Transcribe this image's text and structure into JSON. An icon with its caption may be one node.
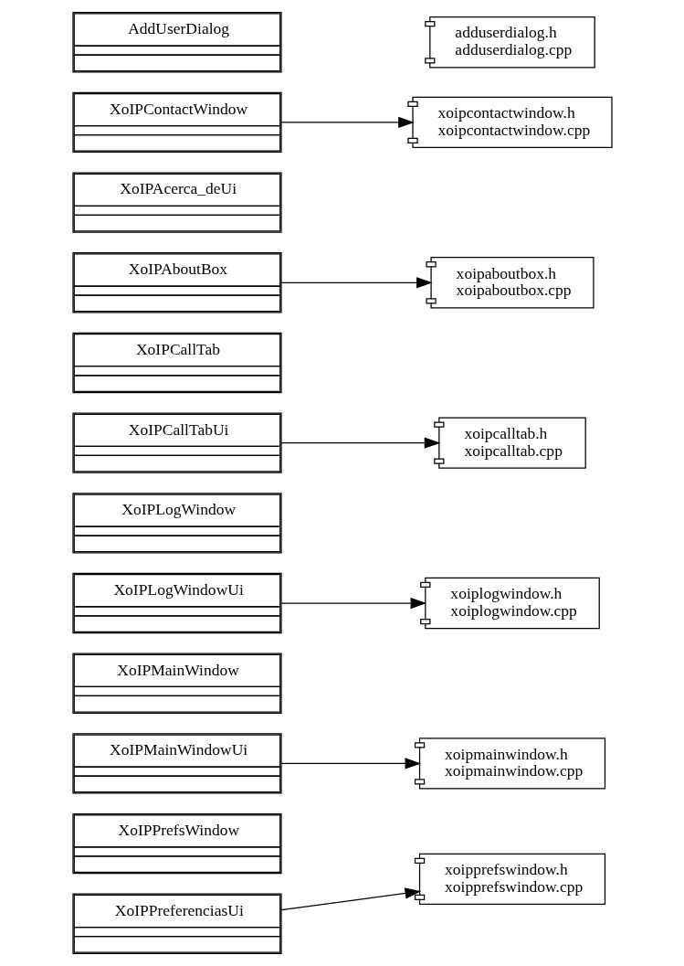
{
  "diagram": {
    "nodes": [
      {
        "text": [
          "AddUserDialog"
        ]
      },
      {
        "text": [
          "XoIPContactWindow"
        ]
      },
      {
        "text": [
          "XoIPAcerca_deUi"
        ]
      },
      {
        "text": [
          "XoIPAboutBox"
        ]
      },
      {
        "text": [
          "XoIPCallTab"
        ]
      },
      {
        "text": [
          "XoIPCallTabUi"
        ]
      },
      {
        "text": [
          "XoIPLogWindow"
        ]
      },
      {
        "text": [
          "XoIPLogWindowUi"
        ]
      },
      {
        "text": [
          "XoIPMainWindow"
        ]
      },
      {
        "text": [
          "XoIPMainWindowUi"
        ]
      },
      {
        "text": [
          "XoIPPrefsWindow"
        ]
      },
      {
        "text": [
          "XoIPPreferenciasUi"
        ]
      },
      {
        "text": [
          "adduserdialog.h",
          "adduserdialog.cpp"
        ]
      },
      {
        "text": [
          "xoipcontactwindow.h",
          "xoipcontactwindow.cpp"
        ]
      },
      {
        "text": [
          "xoipaboutbox.h",
          "xoipaboutbox.cpp"
        ]
      },
      {
        "text": [
          "xoipcalltab.h",
          "xoipcalltab.cpp"
        ]
      },
      {
        "text": [
          "xoiplogwindow.h",
          "xoiplogwindow.cpp"
        ]
      },
      {
        "text": [
          "xoipmainwindow.h",
          "xoipmainwindow.cpp"
        ]
      },
      {
        "text": [
          "xoipprefswindow.h",
          "xoipprefswindow.cpp"
        ]
      }
    ],
    "edges": [
      {
        "from": 1,
        "to": 13,
        "arrow": "to"
      },
      {
        "from": 3,
        "to": 14,
        "arrow": "to"
      },
      {
        "from": 5,
        "to": 15,
        "arrow": "to"
      },
      {
        "from": 7,
        "to": 16,
        "arrow": "to"
      },
      {
        "from": 9,
        "to": 17,
        "arrow": "to"
      },
      {
        "from": 11,
        "to": 18,
        "arrow": "to"
      }
    ]
  }
}
